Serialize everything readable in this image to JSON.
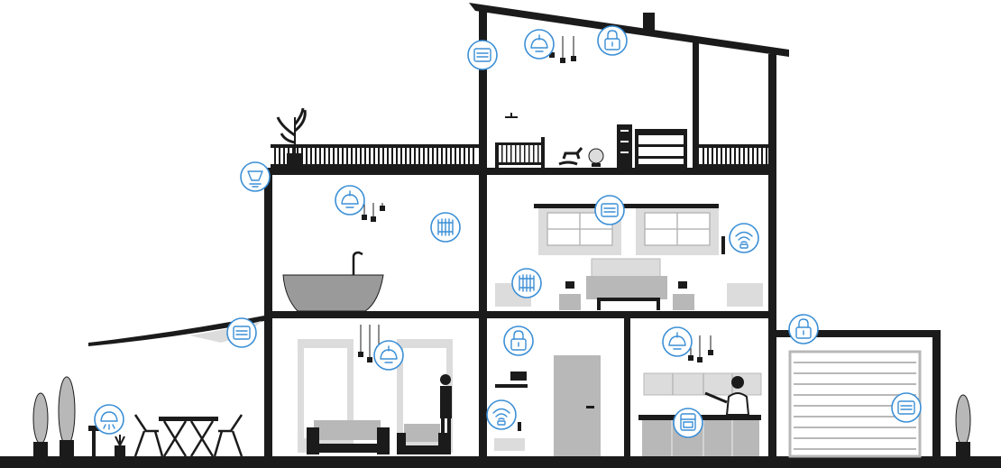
{
  "colors": {
    "structure": "#1b1b1b",
    "icon_accent": "#3b8fd6",
    "furniture_grey": "#b8b8b8",
    "furniture_light": "#dcdcdc",
    "background": "#ffffff"
  },
  "device_icons": [
    {
      "id": "attic-thermostat",
      "kind": "thermostat-icon"
    },
    {
      "id": "attic-light",
      "kind": "ceiling-light-icon"
    },
    {
      "id": "attic-lock",
      "kind": "lock-icon"
    },
    {
      "id": "terrace-light",
      "kind": "wall-light-icon"
    },
    {
      "id": "bathroom-light",
      "kind": "ceiling-light-icon"
    },
    {
      "id": "bathroom-radiator",
      "kind": "radiator-icon"
    },
    {
      "id": "bedroom-thermostat",
      "kind": "thermostat-icon"
    },
    {
      "id": "bedroom-wifi",
      "kind": "wifi-icon"
    },
    {
      "id": "bedroom-radiator",
      "kind": "radiator-icon"
    },
    {
      "id": "awning-thermostat",
      "kind": "thermostat-icon"
    },
    {
      "id": "living-light",
      "kind": "ceiling-light-icon"
    },
    {
      "id": "hall-lock",
      "kind": "lock-icon"
    },
    {
      "id": "hall-wifi",
      "kind": "wifi-icon"
    },
    {
      "id": "kitchen-light",
      "kind": "ceiling-light-icon"
    },
    {
      "id": "kitchen-oven",
      "kind": "appliance-icon"
    },
    {
      "id": "garage-lock",
      "kind": "lock-icon"
    },
    {
      "id": "garage-thermostat",
      "kind": "thermostat-icon"
    },
    {
      "id": "garden-light",
      "kind": "outdoor-light-icon"
    }
  ]
}
